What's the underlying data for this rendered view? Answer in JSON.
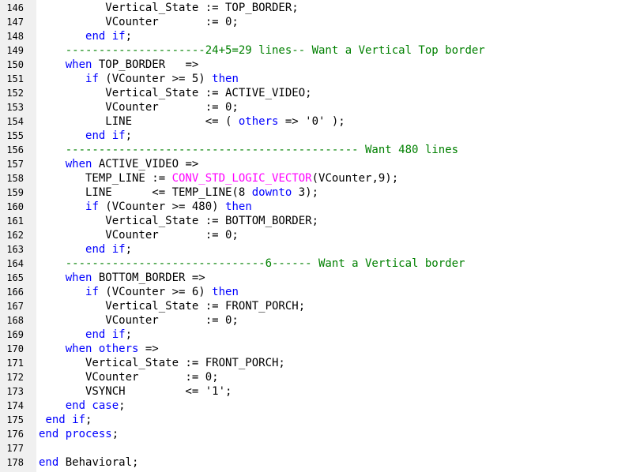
{
  "editor": {
    "language": "VHDL",
    "colors": {
      "keyword": "#0000ff",
      "comment": "#008000",
      "function": "#ff00ff",
      "gutter_bg": "#f0f0f0",
      "text": "#000000"
    },
    "lines": [
      {
        "n": "146",
        "tokens": [
          {
            "t": "          Vertical_State := TOP_BORDER;",
            "k": "tx"
          }
        ]
      },
      {
        "n": "147",
        "tokens": [
          {
            "t": "          VCounter       := 0;",
            "k": "tx"
          }
        ]
      },
      {
        "n": "148",
        "tokens": [
          {
            "t": "       ",
            "k": "tx"
          },
          {
            "t": "end if",
            "k": "kw"
          },
          {
            "t": ";",
            "k": "tx"
          }
        ]
      },
      {
        "n": "149",
        "tokens": [
          {
            "t": "    ---------------------24+5=29 lines-- Want a Vertical Top border",
            "k": "cm"
          }
        ]
      },
      {
        "n": "150",
        "tokens": [
          {
            "t": "    ",
            "k": "tx"
          },
          {
            "t": "when",
            "k": "kw"
          },
          {
            "t": " TOP_BORDER   =>",
            "k": "tx"
          }
        ]
      },
      {
        "n": "151",
        "tokens": [
          {
            "t": "       ",
            "k": "tx"
          },
          {
            "t": "if",
            "k": "kw"
          },
          {
            "t": " (VCounter >= 5) ",
            "k": "tx"
          },
          {
            "t": "then",
            "k": "kw"
          }
        ]
      },
      {
        "n": "152",
        "tokens": [
          {
            "t": "          Vertical_State := ACTIVE_VIDEO;",
            "k": "tx"
          }
        ]
      },
      {
        "n": "153",
        "tokens": [
          {
            "t": "          VCounter       := 0;",
            "k": "tx"
          }
        ]
      },
      {
        "n": "154",
        "tokens": [
          {
            "t": "          LINE           <= ( ",
            "k": "tx"
          },
          {
            "t": "others",
            "k": "kw"
          },
          {
            "t": " => '0' );",
            "k": "tx"
          }
        ]
      },
      {
        "n": "155",
        "tokens": [
          {
            "t": "       ",
            "k": "tx"
          },
          {
            "t": "end if",
            "k": "kw"
          },
          {
            "t": ";",
            "k": "tx"
          }
        ]
      },
      {
        "n": "156",
        "tokens": [
          {
            "t": "    -------------------------------------------- Want 480 lines",
            "k": "cm"
          }
        ]
      },
      {
        "n": "157",
        "tokens": [
          {
            "t": "    ",
            "k": "tx"
          },
          {
            "t": "when",
            "k": "kw"
          },
          {
            "t": " ACTIVE_VIDEO =>",
            "k": "tx"
          }
        ]
      },
      {
        "n": "158",
        "tokens": [
          {
            "t": "       TEMP_LINE := ",
            "k": "tx"
          },
          {
            "t": "CONV_STD_LOGIC_VECTOR",
            "k": "fn"
          },
          {
            "t": "(VCounter,9);",
            "k": "tx"
          }
        ]
      },
      {
        "n": "159",
        "tokens": [
          {
            "t": "       LINE      <= TEMP_LINE(8 ",
            "k": "tx"
          },
          {
            "t": "downto",
            "k": "kw"
          },
          {
            "t": " 3);",
            "k": "tx"
          }
        ]
      },
      {
        "n": "160",
        "tokens": [
          {
            "t": "       ",
            "k": "tx"
          },
          {
            "t": "if",
            "k": "kw"
          },
          {
            "t": " (VCounter >= 480) ",
            "k": "tx"
          },
          {
            "t": "then",
            "k": "kw"
          }
        ]
      },
      {
        "n": "161",
        "tokens": [
          {
            "t": "          Vertical_State := BOTTOM_BORDER;",
            "k": "tx"
          }
        ]
      },
      {
        "n": "162",
        "tokens": [
          {
            "t": "          VCounter       := 0;",
            "k": "tx"
          }
        ]
      },
      {
        "n": "163",
        "tokens": [
          {
            "t": "       ",
            "k": "tx"
          },
          {
            "t": "end if",
            "k": "kw"
          },
          {
            "t": ";",
            "k": "tx"
          }
        ]
      },
      {
        "n": "164",
        "tokens": [
          {
            "t": "    ------------------------------6------ Want a Vertical border",
            "k": "cm"
          }
        ]
      },
      {
        "n": "165",
        "tokens": [
          {
            "t": "    ",
            "k": "tx"
          },
          {
            "t": "when",
            "k": "kw"
          },
          {
            "t": " BOTTOM_BORDER =>",
            "k": "tx"
          }
        ]
      },
      {
        "n": "166",
        "tokens": [
          {
            "t": "       ",
            "k": "tx"
          },
          {
            "t": "if",
            "k": "kw"
          },
          {
            "t": " (VCounter >= 6) ",
            "k": "tx"
          },
          {
            "t": "then",
            "k": "kw"
          }
        ]
      },
      {
        "n": "167",
        "tokens": [
          {
            "t": "          Vertical_State := FRONT_PORCH;",
            "k": "tx"
          }
        ]
      },
      {
        "n": "168",
        "tokens": [
          {
            "t": "          VCounter       := 0;",
            "k": "tx"
          }
        ]
      },
      {
        "n": "169",
        "tokens": [
          {
            "t": "       ",
            "k": "tx"
          },
          {
            "t": "end if",
            "k": "kw"
          },
          {
            "t": ";",
            "k": "tx"
          }
        ]
      },
      {
        "n": "170",
        "tokens": [
          {
            "t": "    ",
            "k": "tx"
          },
          {
            "t": "when others",
            "k": "kw"
          },
          {
            "t": " =>",
            "k": "tx"
          }
        ]
      },
      {
        "n": "171",
        "tokens": [
          {
            "t": "       Vertical_State := FRONT_PORCH;",
            "k": "tx"
          }
        ]
      },
      {
        "n": "172",
        "tokens": [
          {
            "t": "       VCounter       := 0;",
            "k": "tx"
          }
        ]
      },
      {
        "n": "173",
        "tokens": [
          {
            "t": "       VSYNCH         <= '1';",
            "k": "tx"
          }
        ]
      },
      {
        "n": "174",
        "tokens": [
          {
            "t": "    ",
            "k": "tx"
          },
          {
            "t": "end case",
            "k": "kw"
          },
          {
            "t": ";",
            "k": "tx"
          }
        ]
      },
      {
        "n": "175",
        "tokens": [
          {
            "t": " ",
            "k": "tx"
          },
          {
            "t": "end if",
            "k": "kw"
          },
          {
            "t": ";",
            "k": "tx"
          }
        ]
      },
      {
        "n": "176",
        "tokens": [
          {
            "t": "end process",
            "k": "kw"
          },
          {
            "t": ";",
            "k": "tx"
          }
        ]
      },
      {
        "n": "177",
        "tokens": [
          {
            "t": "",
            "k": "tx"
          }
        ]
      },
      {
        "n": "178",
        "tokens": [
          {
            "t": "end",
            "k": "kw"
          },
          {
            "t": " Behavioral;",
            "k": "tx"
          }
        ]
      }
    ]
  }
}
